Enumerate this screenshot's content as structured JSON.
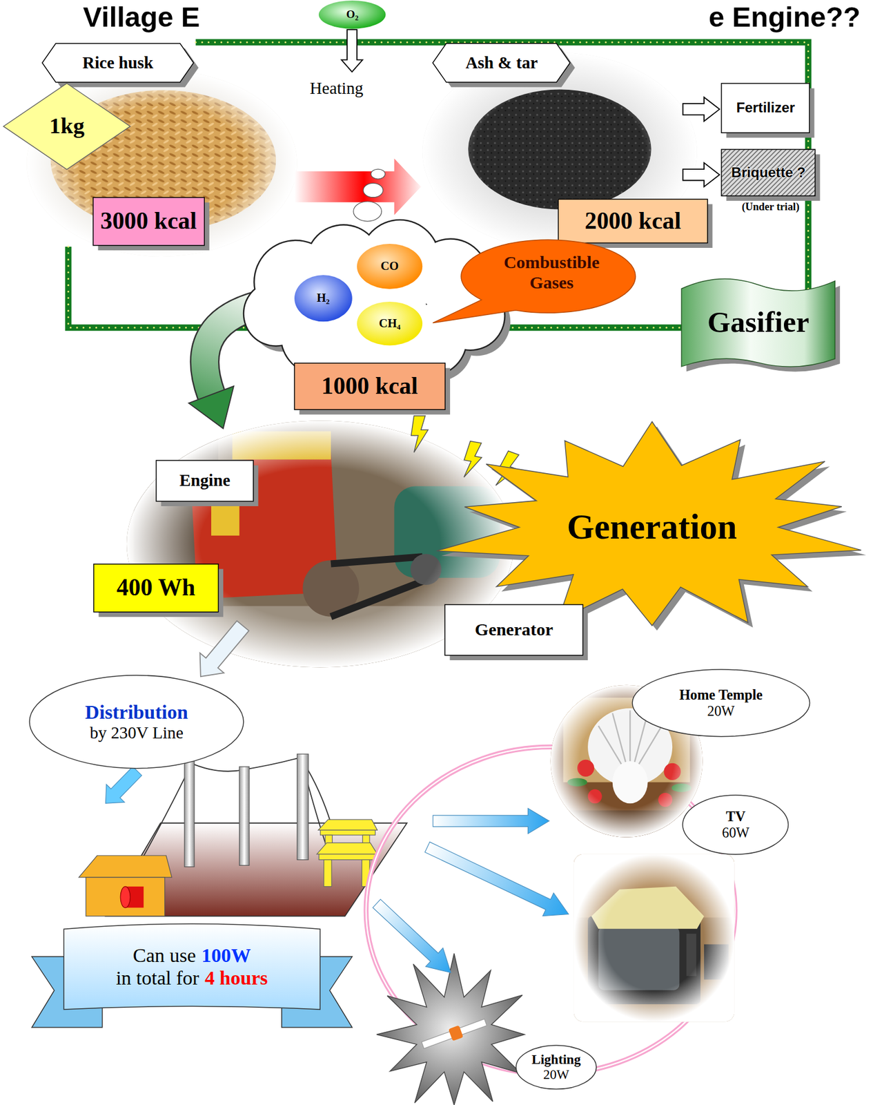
{
  "diagram": {
    "nodes": [
      {
        "text": [
          "Rice husk"
        ]
      },
      {
        "text": [
          "1kg"
        ]
      },
      {
        "text": [
          "3000 kcal"
        ]
      },
      {
        "text": [
          "O₂"
        ]
      },
      {
        "text": [
          "Ash & tar"
        ]
      },
      {
        "text": [
          "2000 kcal"
        ]
      },
      {
        "text": [
          "Fertilizer"
        ]
      },
      {
        "text": [
          "Briquette ?"
        ]
      },
      {
        "text": [
          "CO"
        ]
      },
      {
        "text": [
          "H₂"
        ]
      },
      {
        "text": [
          "CH₄"
        ]
      },
      {
        "text": [
          "Combustible Gases"
        ]
      },
      {
        "text": [
          "Gasifier"
        ]
      },
      {
        "text": [
          "1000 kcal"
        ]
      },
      {
        "text": [
          "Engine"
        ]
      },
      {
        "text": [
          "400 Wh"
        ]
      },
      {
        "text": [
          "Generation"
        ]
      },
      {
        "text": [
          "Generator"
        ]
      },
      {
        "text": [
          "Distribution",
          "by 230V Line"
        ]
      },
      {
        "text": [
          "Home Temple",
          "20W"
        ]
      },
      {
        "text": [
          "TV",
          "60W"
        ]
      },
      {
        "text": [
          "Can use",
          "100W",
          "in total for",
          "4 hours"
        ]
      },
      {
        "text": [
          "Lighting",
          "20W"
        ]
      }
    ],
    "labels": [
      "Village E",
      "e Engine??",
      "Heating",
      "(Under trial)"
    ]
  }
}
